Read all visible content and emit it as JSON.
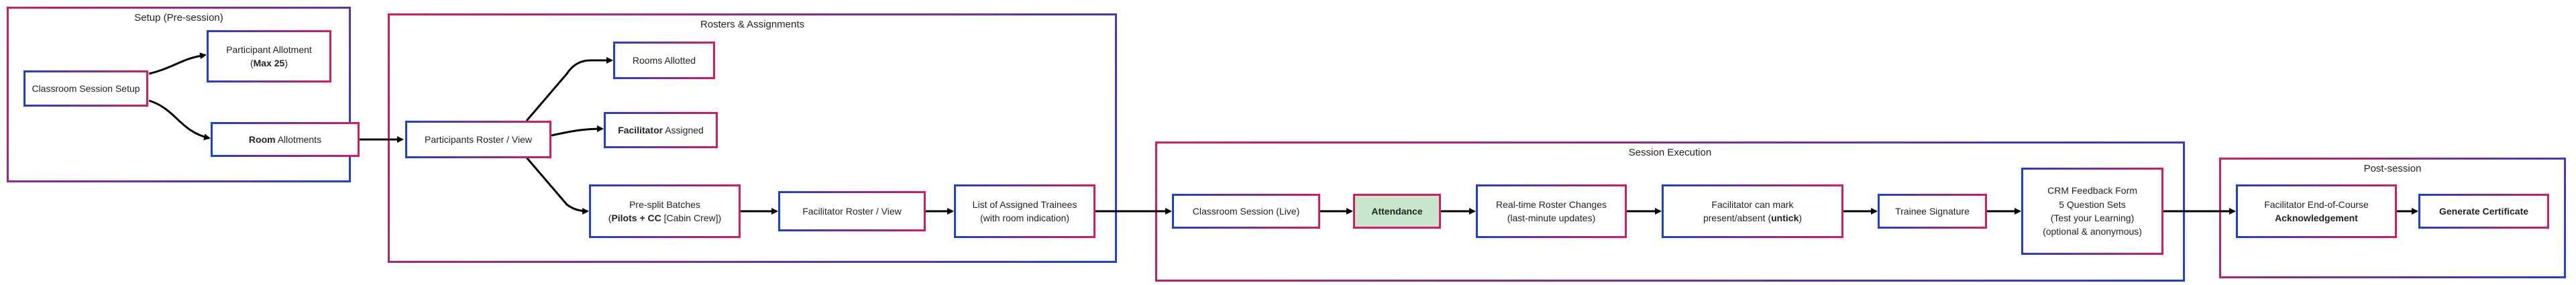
{
  "groups": {
    "setup": "Setup (Pre-session)",
    "rosters": "Rosters & Assignments",
    "execution": "Session Execution",
    "post": "Post-session"
  },
  "nodes": {
    "classroom_setup": "Classroom Session Setup",
    "participant_allotment_1": "Participant Allotment",
    "participant_allotment_2": "Max 25",
    "room_allotments_bold": "Room",
    "room_allotments_rest": " Allotments",
    "participants_roster": "Participants Roster / View",
    "rooms_allotted": "Rooms Allotted",
    "facilitator_assigned_bold": "Facilitator",
    "facilitator_assigned_rest": " Assigned",
    "presplit_1": "Pre-split Batches",
    "presplit_bold": "Pilots + CC",
    "presplit_rest": " [Cabin Crew]",
    "facilitator_roster": "Facilitator Roster / View",
    "assigned_trainees_1": "List of Assigned Trainees",
    "assigned_trainees_2": "(with room indication)",
    "classroom_live": "Classroom Session (Live)",
    "attendance": "Attendance",
    "realtime_1": "Real-time Roster Changes",
    "realtime_2": "(last-minute updates)",
    "facilitator_mark_1": "Facilitator can mark",
    "facilitator_mark_2a": "present/absent (",
    "facilitator_mark_bold": "untick",
    "facilitator_mark_2b": ")",
    "trainee_signature": "Trainee Signature",
    "crm_1": "CRM Feedback Form",
    "crm_2": "5 Question Sets",
    "crm_3": "(Test your Learning)",
    "crm_4": "(optional & anonymous)",
    "facilitator_eoc_1": "Facilitator End-of-Course",
    "facilitator_eoc_bold": "Acknowledgement",
    "generate_certificate": "Generate Certificate"
  },
  "colors": {
    "border_pink": "#d81b60",
    "border_blue": "#1e3fd0",
    "attendance_fill": "#c8e6c9",
    "arrow": "#000000"
  }
}
